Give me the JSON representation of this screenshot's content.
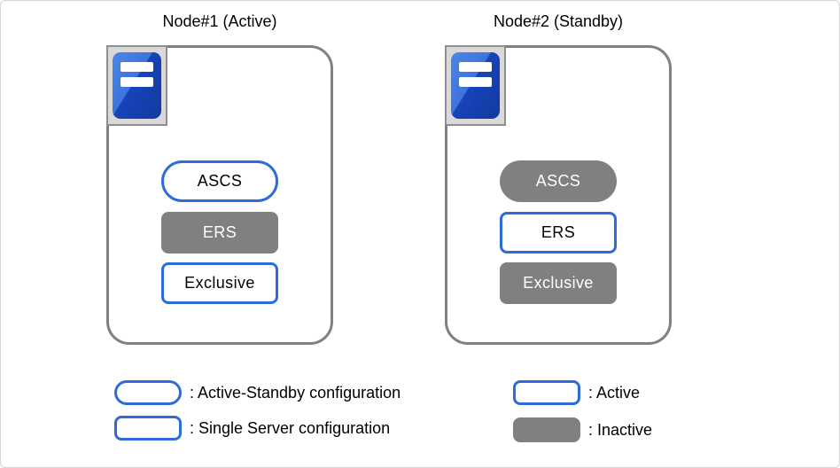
{
  "colors": {
    "accent_blue": "#2e6bd8",
    "inactive_gray": "#808080",
    "node_border_gray": "#808080",
    "icon_frame_gray": "#d9d9d9",
    "icon_blue_light": "#4d86e8",
    "icon_blue_dark": "#123a9e"
  },
  "nodes": [
    {
      "title": "Node#1 (Active)",
      "icon": "server-tower-icon",
      "components": [
        {
          "label": "ASCS",
          "shape": "capsule",
          "state": "active"
        },
        {
          "label": "ERS",
          "shape": "rect",
          "state": "inactive"
        },
        {
          "label": "Exclusive",
          "shape": "rect",
          "state": "active"
        }
      ]
    },
    {
      "title": "Node#2 (Standby)",
      "icon": "server-tower-icon",
      "components": [
        {
          "label": "ASCS",
          "shape": "capsule",
          "state": "inactive"
        },
        {
          "label": "ERS",
          "shape": "rect",
          "state": "active"
        },
        {
          "label": "Exclusive",
          "shape": "rect",
          "state": "inactive"
        }
      ]
    }
  ],
  "legend": {
    "items": [
      {
        "swatch": "capsule-outline",
        "label": ": Active-Standby configuration"
      },
      {
        "swatch": "rect-outline",
        "label": ": Single Server configuration"
      },
      {
        "swatch": "rect-outline",
        "label": ": Active"
      },
      {
        "swatch": "rect-filled",
        "label": ": Inactive"
      }
    ]
  }
}
